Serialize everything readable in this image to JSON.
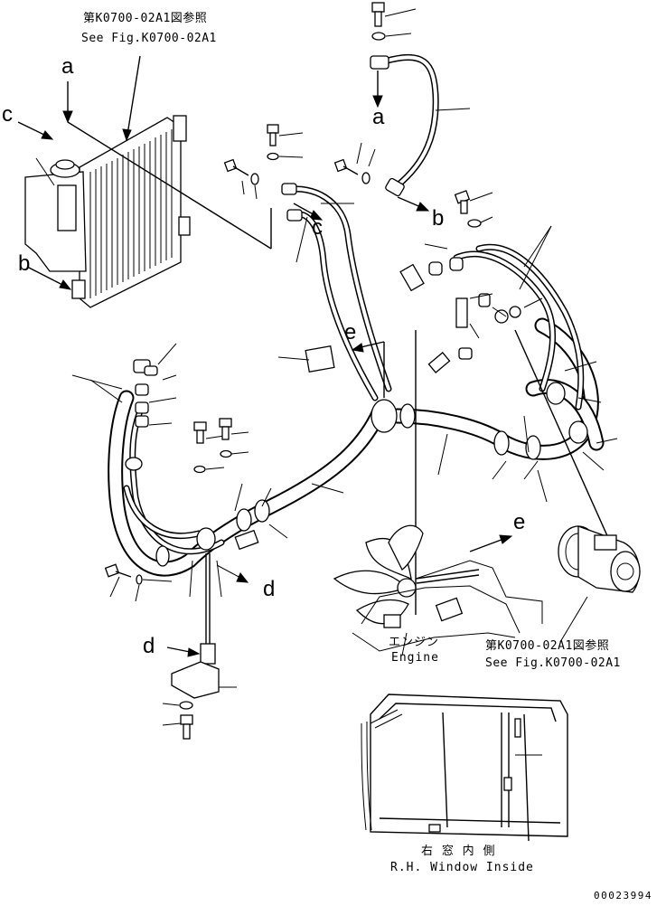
{
  "refs": {
    "top_left_jp": "第K0700-02A1図参照",
    "top_left_en": "See Fig.K0700-02A1",
    "compressor_jp": "第K0700-02A1図参照",
    "compressor_en": "See Fig.K0700-02A1"
  },
  "view_letters": {
    "a_upper_left": "a",
    "c_left": "c",
    "b_left": "b",
    "a_right": "a",
    "b_right": "b",
    "c_mid": "c",
    "e_mid": "e",
    "e_lower": "e",
    "d_right": "d",
    "d_left": "d"
  },
  "captions": {
    "engine_jp": "エンジン",
    "engine_en": "Engine",
    "window_jp": "右 窓 内 側",
    "window_en": "R.H. Window Inside"
  },
  "drawing_number": "00023994"
}
